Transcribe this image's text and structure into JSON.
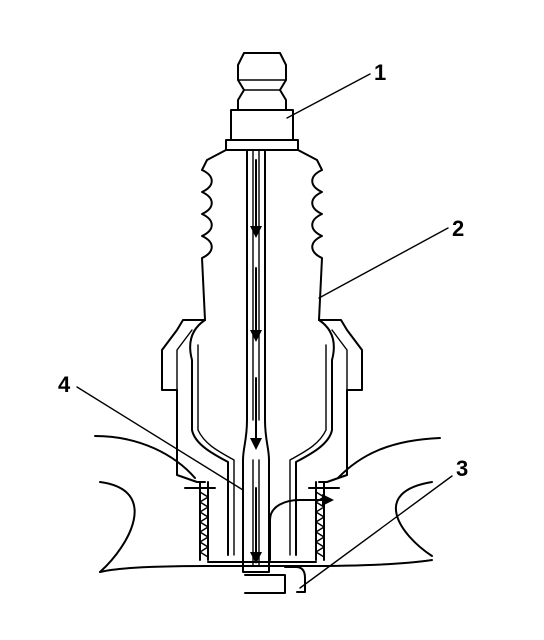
{
  "figure": {
    "callouts": [
      {
        "id": "1",
        "text": "1"
      },
      {
        "id": "2",
        "text": "2"
      },
      {
        "id": "3",
        "text": "3"
      },
      {
        "id": "4",
        "text": "4"
      }
    ],
    "line_color": "#000000",
    "background_color": "#ffffff"
  }
}
